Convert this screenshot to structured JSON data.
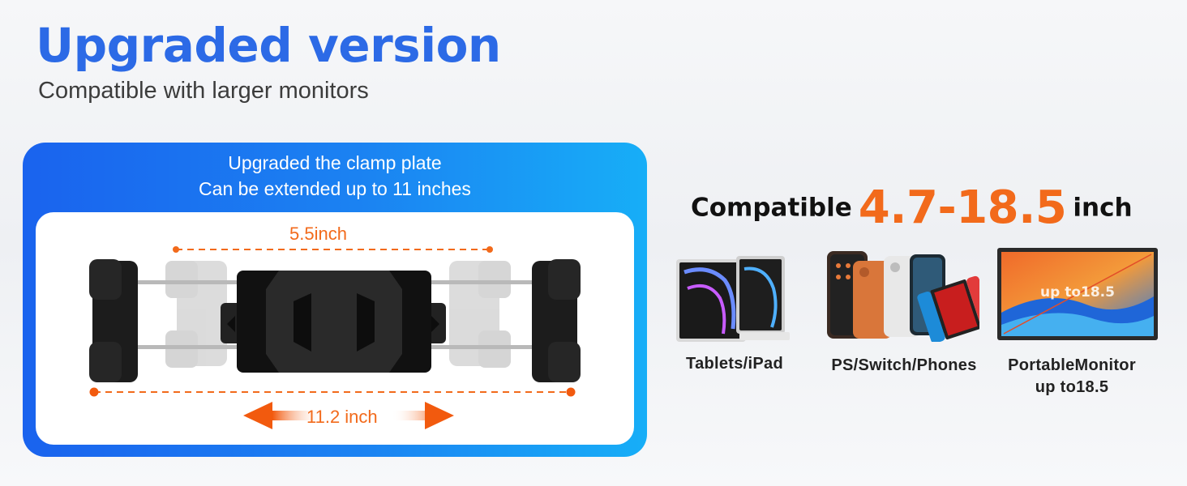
{
  "header": {
    "title": "Upgraded version",
    "subtitle": "Compatible with larger monitors"
  },
  "panel": {
    "line1": "Upgraded the clamp plate",
    "line2": "Can be extended up to 11 inches",
    "dim_short": "5.5inch",
    "dim_long": "11.2 inch"
  },
  "compat": {
    "prefix": "Compatible",
    "range": "4.7-18.5",
    "suffix": "inch"
  },
  "devices": [
    {
      "label": "Tablets/iPad"
    },
    {
      "label": "PS/Switch/Phones"
    },
    {
      "label_line1": "PortableMonitor",
      "label_line2": "up to18.5",
      "screen_text": "up to18.5"
    }
  ],
  "colors": {
    "title_blue": "#2c6ae6",
    "accent_orange": "#f26a1b",
    "panel_blue_start": "#1a63ee",
    "panel_blue_end": "#17aef7"
  }
}
